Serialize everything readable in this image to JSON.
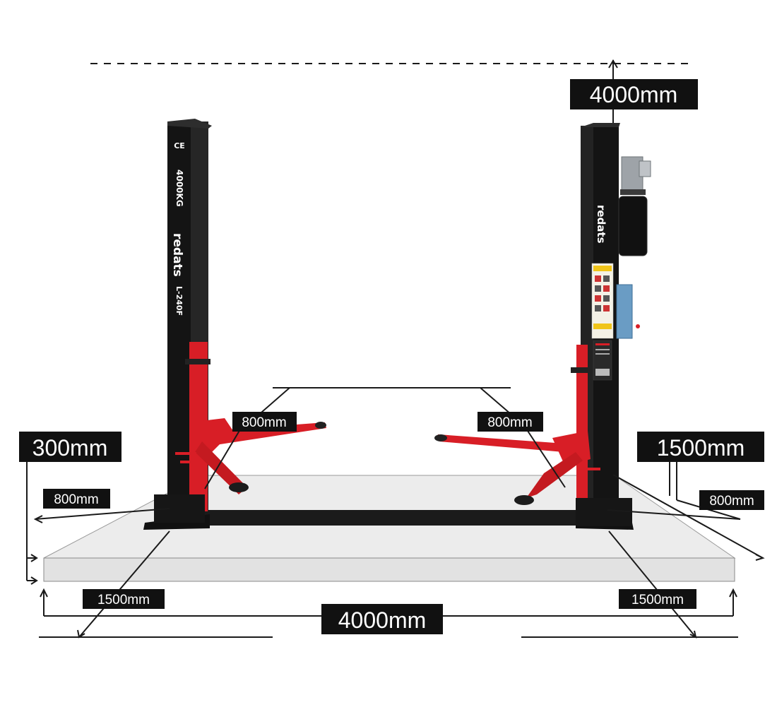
{
  "dimensions": {
    "height": "4000mm",
    "side_left": "300mm",
    "side_right": "1500mm",
    "arm_left": "800mm",
    "arm_right": "800mm",
    "depth_left": "800mm",
    "depth_right": "800mm",
    "base_left": "1500mm",
    "base_right": "1500mm",
    "width": "4000mm"
  },
  "left_column": {
    "ce_mark": "CE",
    "capacity": "4000KG",
    "brand": "redats",
    "model": "L-240F"
  },
  "right_column": {
    "brand": "redats"
  },
  "colors": {
    "column": "#141414",
    "arm": "#d81e26",
    "floor": "#e9e9e9",
    "label_bg": "#111111",
    "label_text": "#ffffff",
    "dimension_line": "#1a1a1a"
  }
}
